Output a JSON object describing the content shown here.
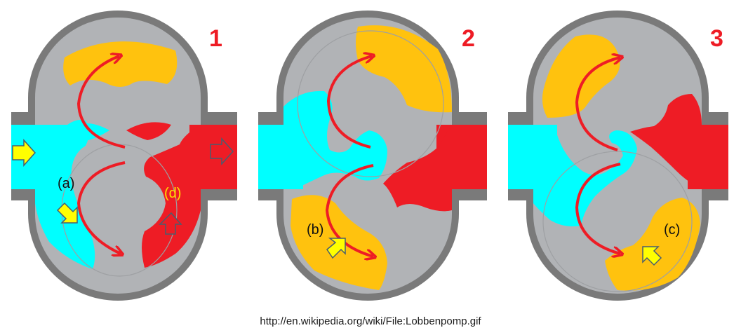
{
  "panels": [
    {
      "number": "1",
      "labels": [
        {
          "text": "(a)",
          "color": "#111111"
        },
        {
          "text": "(d)",
          "color": "#ffe000"
        }
      ]
    },
    {
      "number": "2",
      "labels": [
        {
          "text": "(b)",
          "color": "#111111"
        }
      ]
    },
    {
      "number": "3",
      "labels": [
        {
          "text": "(c)",
          "color": "#111111"
        }
      ]
    }
  ],
  "caption": "http://en.wikipedia.org/wiki/File:Lobbenpomp.gif",
  "colors": {
    "casing": "#7a7a7a",
    "rotor": "#b1b3b6",
    "inlet_fluid": "#00ffff",
    "outlet_fluid": "#ee1c25",
    "carried_fluid": "#ffc20e",
    "arrow": "#ee1c25",
    "yellow_arrow": "#ffff00",
    "number_color": "#ee1c25"
  }
}
